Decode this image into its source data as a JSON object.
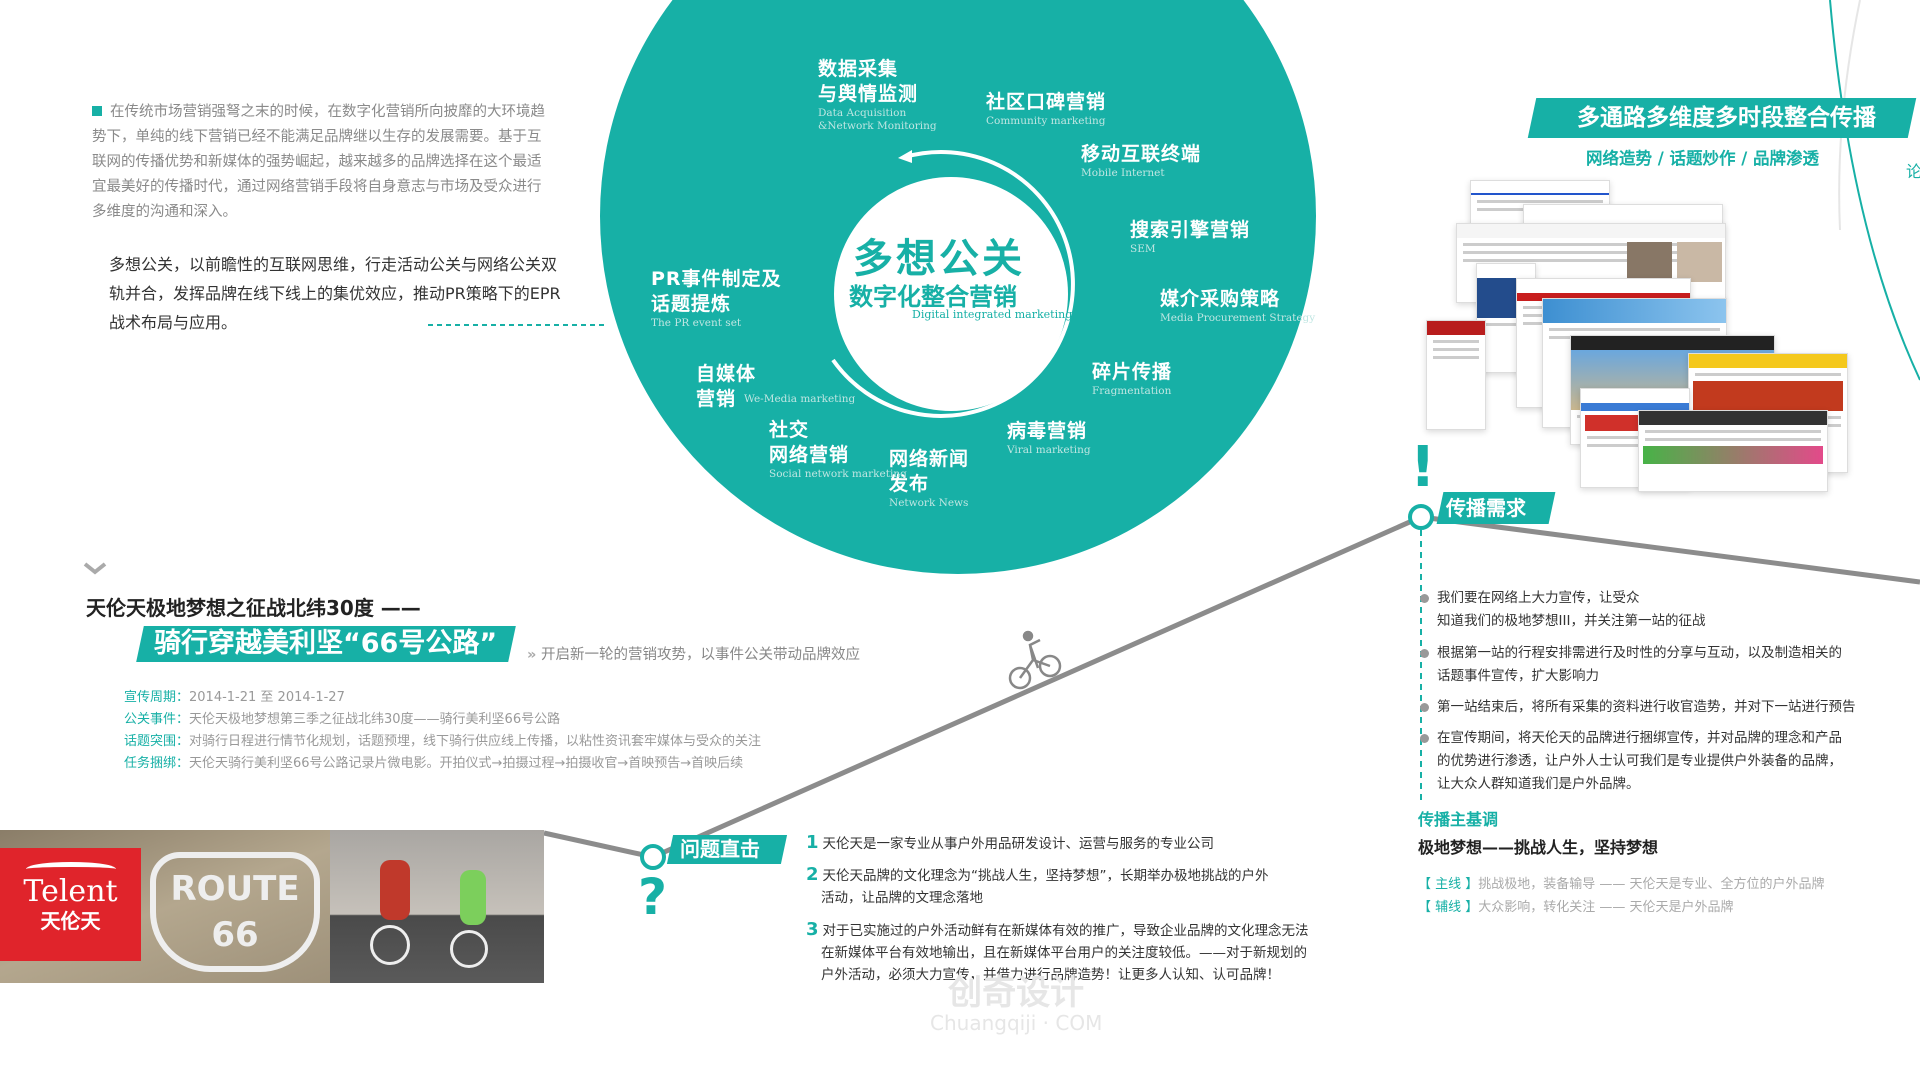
{
  "intro": {
    "paragraph1": "在传统市场营销强弩之末的时候，在数字化营销所向披靡的大环境趋势下，单纯的线下营销已经不能满足品牌继以生存的发展需要。基于互联网的传播优势和新媒体的强势崛起，越来越多的品牌选择在这个最适宜最美好的传播时代，通过网络营销手段将自身意志与市场及受众进行多维度的沟通和深入。",
    "paragraph2": "多想公关，以前瞻性的互联网思维，行走活动公关与网络公关双轨并合，发挥品牌在线下线上的集优效应，推动PR策略下的EPR战术布局与应用。"
  },
  "wheel": {
    "title": "多想公关",
    "subtitle": "数字化整合营销",
    "english": "Digital integrated marketing",
    "items": [
      {
        "cn1": "数据采集",
        "cn2": "与舆情监测",
        "en": "Data Acquisition",
        "en2": "&Network Monitoring"
      },
      {
        "cn1": "社区口碑营销",
        "en": "Community marketing"
      },
      {
        "cn1": "移动互联终端",
        "en": "Mobile Internet"
      },
      {
        "cn1": "搜索引擎营销",
        "en": "SEM"
      },
      {
        "cn1": "媒介采购策略",
        "en": "Media Procurement Strategy"
      },
      {
        "cn1": "碎片传播",
        "en": "Fragmentation"
      },
      {
        "cn1": "病毒营销",
        "en": "Viral marketing"
      },
      {
        "cn1": "网络新闻",
        "cn2": "发布",
        "en": "Network News"
      },
      {
        "cn1": "社交",
        "cn2": "网络营销",
        "en": "Social network marketing"
      },
      {
        "cn1": "自媒体",
        "cn2": "营销",
        "en": "We-Media marketing"
      },
      {
        "cn1": "PR事件制定及",
        "cn2": "话题提炼",
        "en": "The PR event set"
      }
    ]
  },
  "event": {
    "title": "天伦天极地梦想之征战北纬30度 ——",
    "banner": "骑行穿越美利坚“66号公路”",
    "tagline": "开启新一轮的营销攻势，以事件公关带动品牌效应",
    "rows": [
      {
        "label": "宣传周期：",
        "value": "2014-1-21 至 2014-1-27"
      },
      {
        "label": "公关事件：",
        "value": "天伦天极地梦想第三季之征战北纬30度——骑行美利坚66号公路"
      },
      {
        "label": "话题突围：",
        "value": "对骑行日程进行情节化规划，话题预埋，线下骑行供应线上传播，以粘性资讯套牢媒体与受众的关注"
      },
      {
        "label": "任务捆绑：",
        "value": "天伦天骑行美利坚66号公路记录片微电影。开拍仪式→拍摄过程→拍摄收官→首映预告→首映后续"
      }
    ]
  },
  "brand": {
    "logo_en": "Telent",
    "logo_cn": "天伦天",
    "route_sign": "ROUTE 66"
  },
  "problem": {
    "label": "问题直击",
    "mark": "?",
    "items": [
      {
        "n": "1",
        "lines": [
          "天伦天是一家专业从事户外用品研发设计、运营与服务的专业公司"
        ]
      },
      {
        "n": "2",
        "lines": [
          "天伦天品牌的文化理念为“挑战人生，坚持梦想”，长期举办极地挑战的户外",
          "活动，让品牌的文理念落地"
        ]
      },
      {
        "n": "3",
        "lines": [
          "对于已实施过的户外活动鲜有在新媒体有效的推广，导致企业品牌的文化理念无法",
          "在新媒体平台有效地输出，且在新媒体平台用户的关注度较低。——对于新规划的",
          "户外活动，必须大力宣传，并借力进行品牌造势！让更多人认知、认可品牌！"
        ]
      }
    ]
  },
  "spread": {
    "banner": "多通路多维度多时段整合传播",
    "subtitle": "网络造势 / 话题炒作 / 品牌渗透",
    "edge_char": "论",
    "need_label": "传播需求",
    "mark": "!",
    "bullets": [
      [
        "我们要在网络上大力宣传，让受众",
        "知道我们的极地梦想III，并关注第一站的征战"
      ],
      [
        "根据第一站的行程安排需进行及时性的分享与互动，以及制造相关的",
        "话题事件宣传，扩大影响力"
      ],
      [
        "第一站结束后，将所有采集的资料进行收官造势，并对下一站进行预告"
      ],
      [
        "在宣传期间，将天伦天的品牌进行捆绑宣传，并对品牌的理念和产品",
        "的优势进行渗透，让户外人士认可我们是专业提供户外装备的品牌，",
        "让大众人群知道我们是户外品牌。"
      ]
    ],
    "tone_label": "传播主基调",
    "tone": "极地梦想——挑战人生，坚持梦想",
    "main_tag": "【 主线 】",
    "main_text": "挑战极地，装备输导 —— 天伦天是专业、全方位的户外品牌",
    "sub_tag": "【 辅线 】",
    "sub_text": "大众影响，转化关注 —— 天伦天是户外品牌"
  },
  "watermark": {
    "cn": "创奇设计",
    "en": "Chuangqiji · COM"
  },
  "colors": {
    "teal": "#17b0a6",
    "gray_line": "#8c8c8c",
    "red": "#e0242b"
  }
}
